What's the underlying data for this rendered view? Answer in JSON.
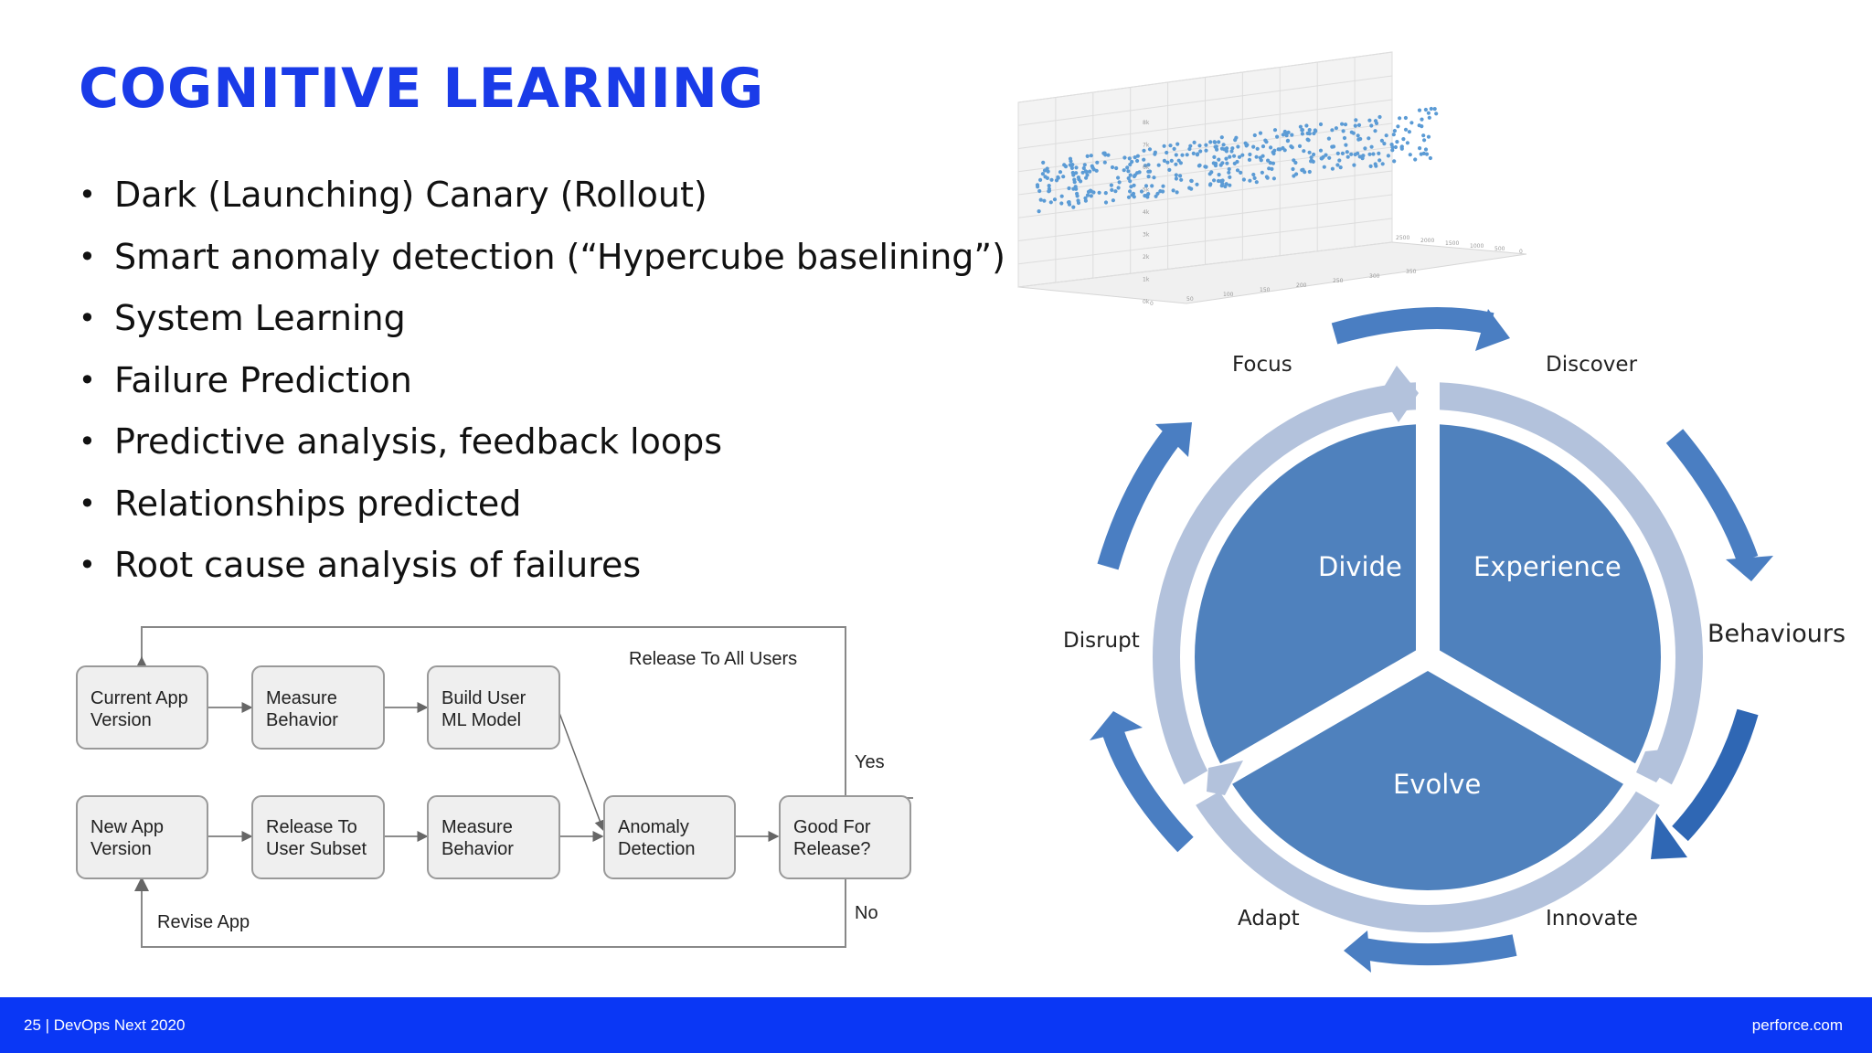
{
  "slide": {
    "title": "COGNITIVE LEARNING",
    "bullets": [
      "Dark (Launching) Canary (Rollout)",
      "Smart anomaly detection (“Hypercube baselining”)",
      "System Learning",
      "Failure Prediction",
      "Predictive analysis, feedback loops",
      "Relationships predicted",
      "Root cause analysis of failures"
    ]
  },
  "flowchart": {
    "nodes": {
      "current_app": [
        "Current App",
        "Version"
      ],
      "measure1": [
        "Measure",
        "Behavior"
      ],
      "build_model": [
        "Build User",
        "ML Model"
      ],
      "new_app": [
        "New App",
        "Version"
      ],
      "release_subset": [
        "Release To",
        "User Subset"
      ],
      "measure2": [
        "Measure",
        "Behavior"
      ],
      "anomaly": [
        "Anomaly",
        "Detection"
      ],
      "good_release": [
        "Good For",
        "Release?"
      ]
    },
    "labels": {
      "release_all": "Release To All Users",
      "yes": "Yes",
      "no": "No",
      "revise": "Revise App"
    }
  },
  "cycle": {
    "segments": [
      "Divide",
      "Experience",
      "Evolve"
    ],
    "outer_labels": [
      "Focus",
      "Discover",
      "Behaviours",
      "Innovate",
      "Adapt",
      "Disrupt"
    ],
    "colors": {
      "inner": "#4f81bd",
      "ring": "#b3c2dc",
      "arrow": "#4a7ec2",
      "arrow_dark": "#2f67b4"
    }
  },
  "scatter3d": {
    "axis_ticks_left": [
      "8k",
      "7k",
      "6k",
      "5k",
      "4k",
      "3k",
      "2k",
      "1k",
      "0k"
    ],
    "axis_ticks_bottom": [
      "0",
      "50",
      "100",
      "150",
      "200",
      "250",
      "300",
      "350"
    ],
    "axis_ticks_depth": [
      "2500",
      "2000",
      "1500",
      "1000",
      "500",
      "0"
    ]
  },
  "footer": {
    "left": "25  |   DevOps Next 2020",
    "right": "perforce.com"
  }
}
